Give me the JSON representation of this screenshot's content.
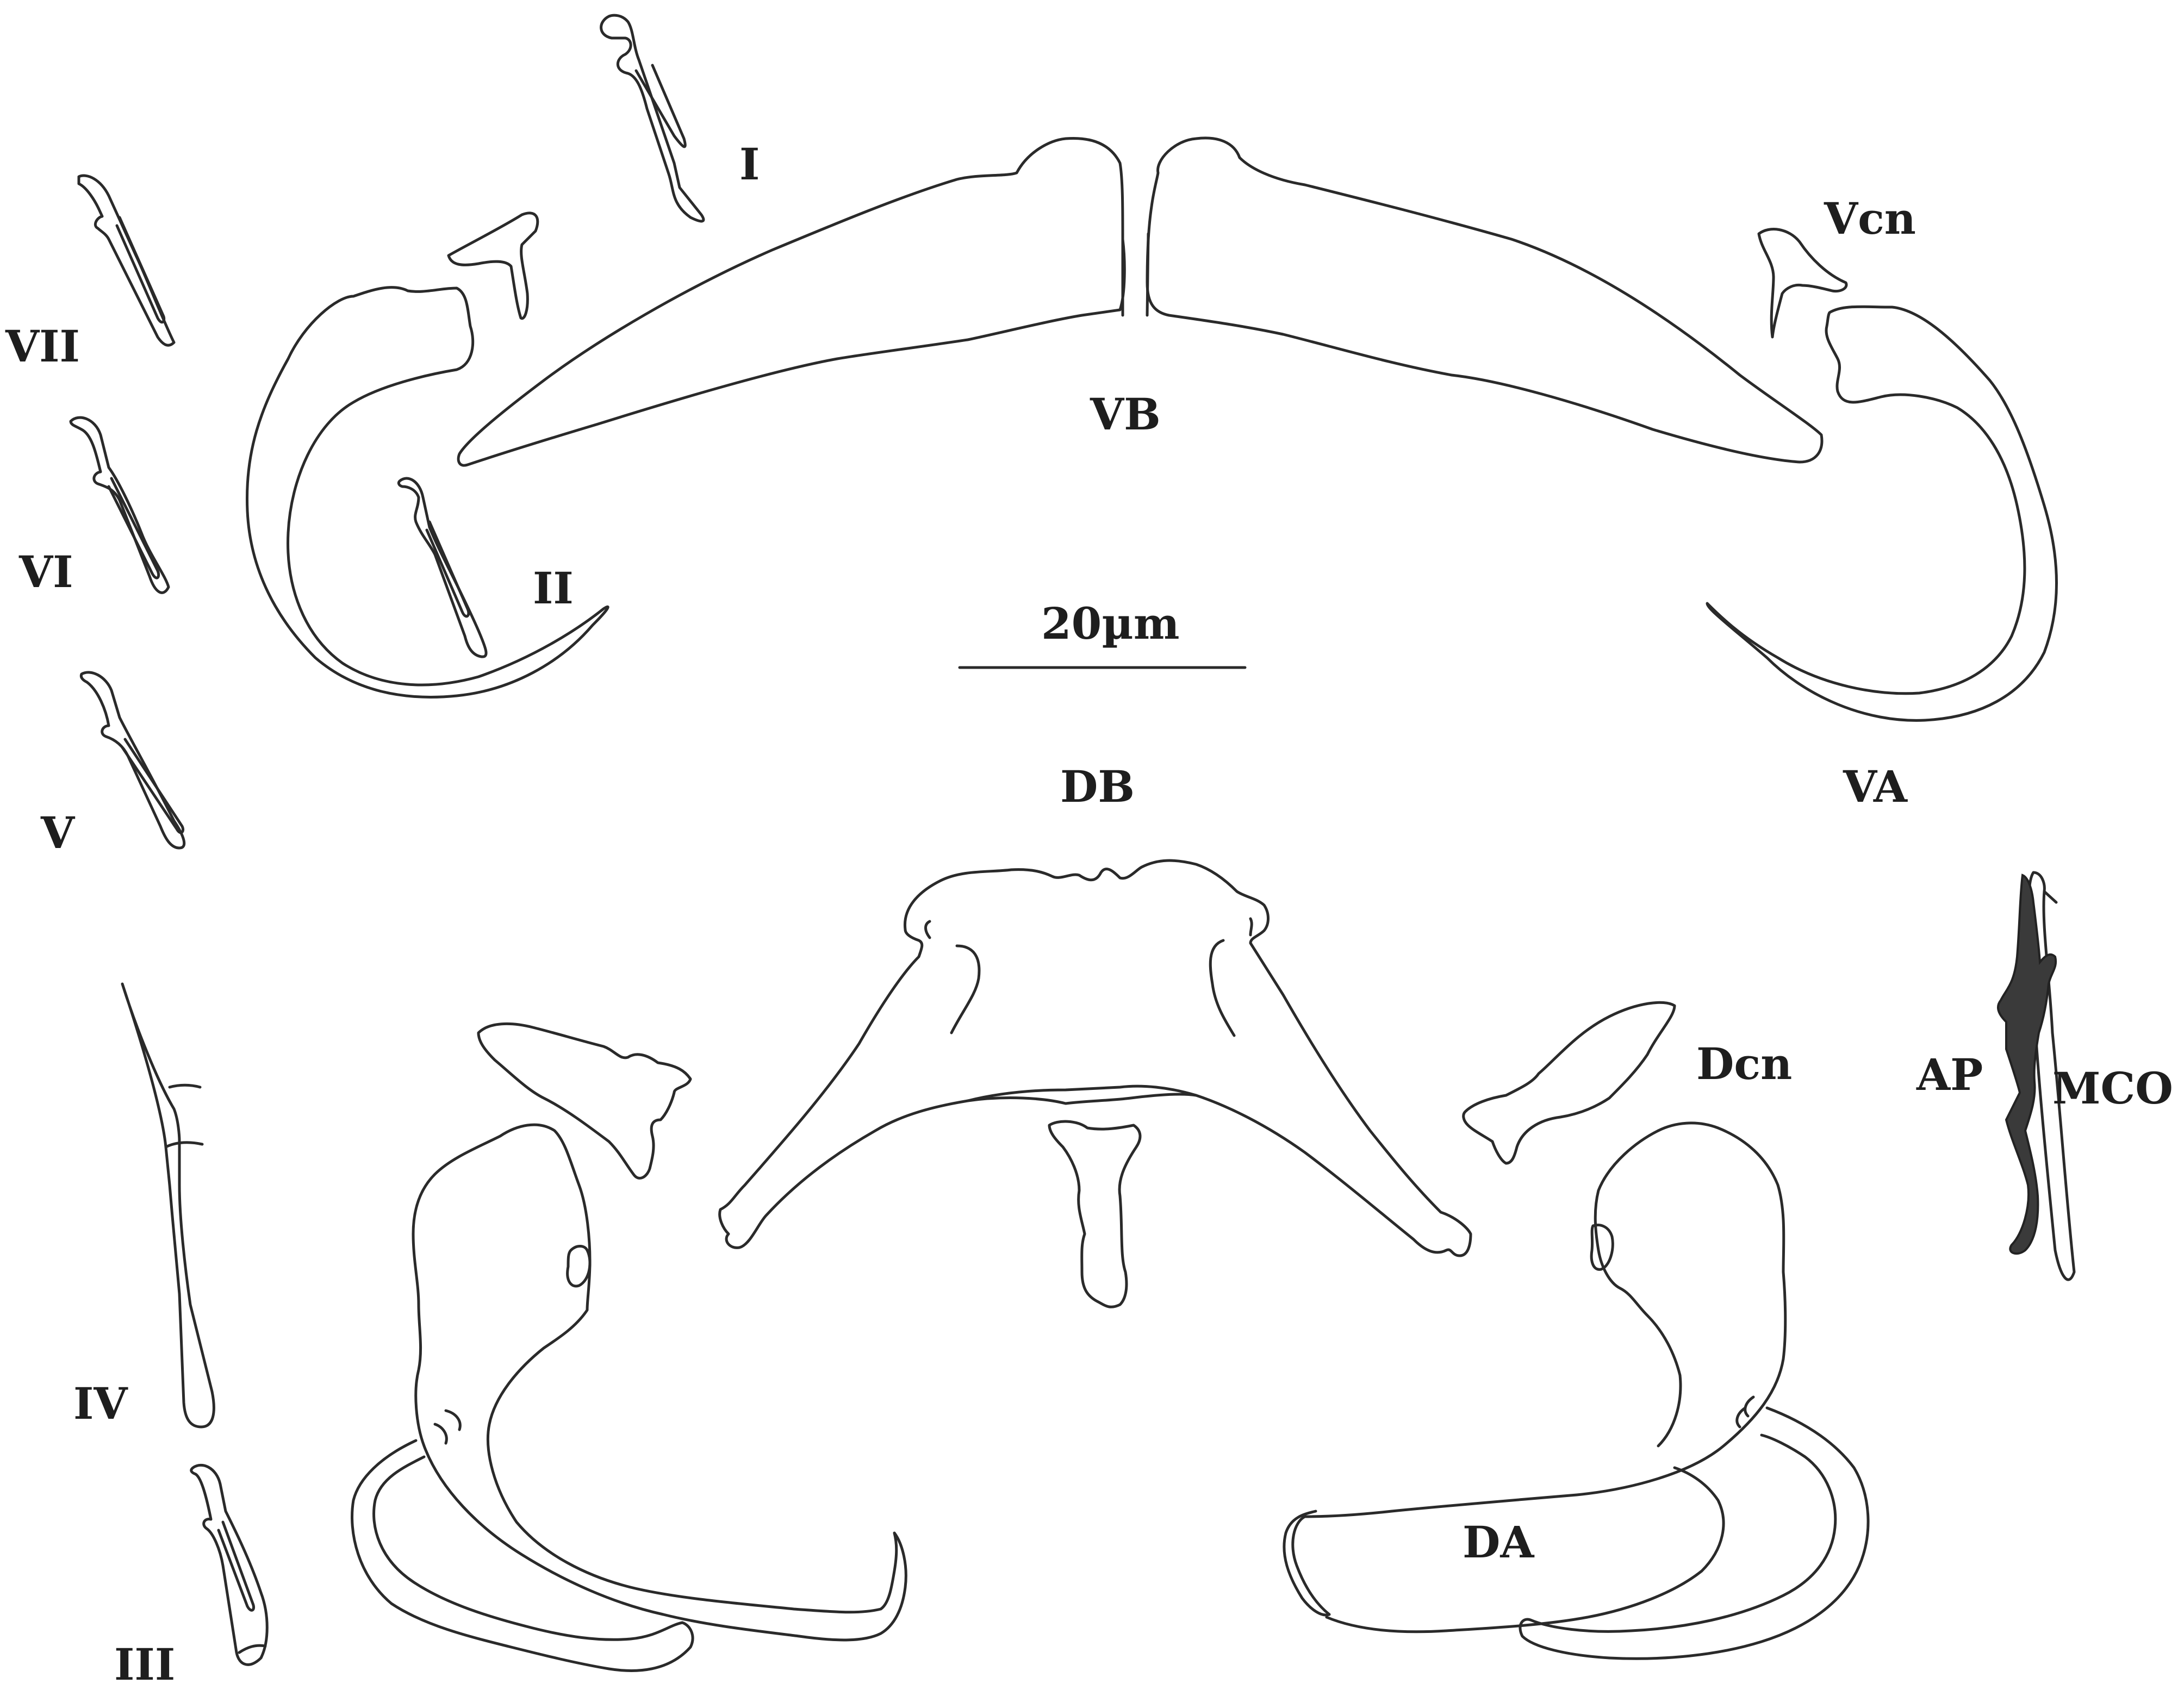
{
  "labels": {
    "hook_I": "I",
    "hook_II": "II",
    "hook_III": "III",
    "hook_IV": "IV",
    "hook_V": "V",
    "hook_VI": "VI",
    "hook_VII": "VII",
    "ventral_bar": "VB",
    "ventral_connective": "Vcn",
    "ventral_anchor": "VA",
    "dorsal_bar": "DB",
    "dorsal_connective": "Dcn",
    "dorsal_anchor": "DA",
    "accessory_piece": "AP",
    "male_copulatory_organ": "MCO"
  },
  "scale_bar": {
    "label": "20µm"
  }
}
